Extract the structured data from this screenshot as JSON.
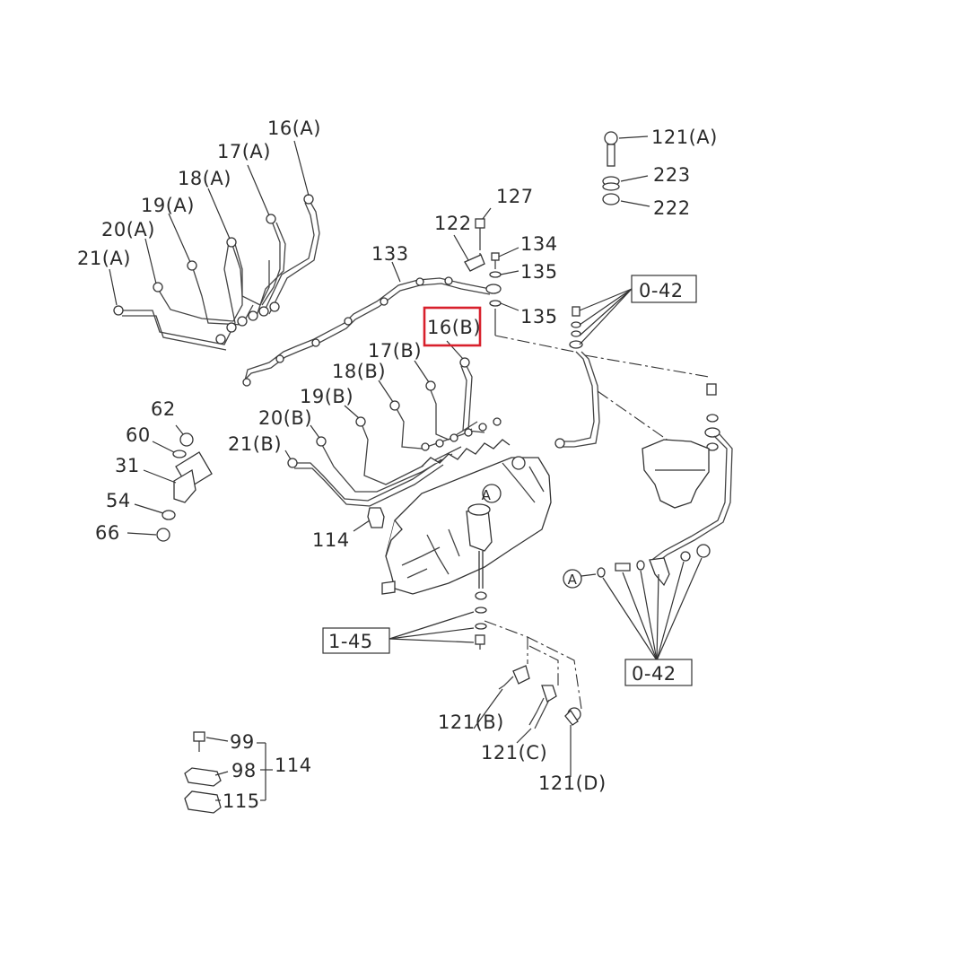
{
  "highlight_color": "#d8202c",
  "labels": {
    "p16a": "16(A)",
    "p17a": "17(A)",
    "p18a": "18(A)",
    "p19a": "19(A)",
    "p20a": "20(A)",
    "p21a": "21(A)",
    "p16b": "16(B)",
    "p17b": "17(B)",
    "p18b": "18(B)",
    "p19b": "19(B)",
    "p20b": "20(B)",
    "p21b": "21(B)",
    "p121a": "121(A)",
    "p223": "223",
    "p222": "222",
    "p127": "127",
    "p122": "122",
    "p134": "134",
    "p135a": "135",
    "p135b": "135",
    "p133": "133",
    "ref042a": "0-42",
    "ref042b": "0-42",
    "ref145": "1-45",
    "p62": "62",
    "p60": "60",
    "p31": "31",
    "p54": "54",
    "p66": "66",
    "p114": "114",
    "p114b": "114",
    "p121b": "121(B)",
    "p121c": "121(C)",
    "p121d": "121(D)",
    "p99": "99",
    "p98": "98",
    "p115": "115",
    "markerA1": "A",
    "markerA2": "A"
  }
}
